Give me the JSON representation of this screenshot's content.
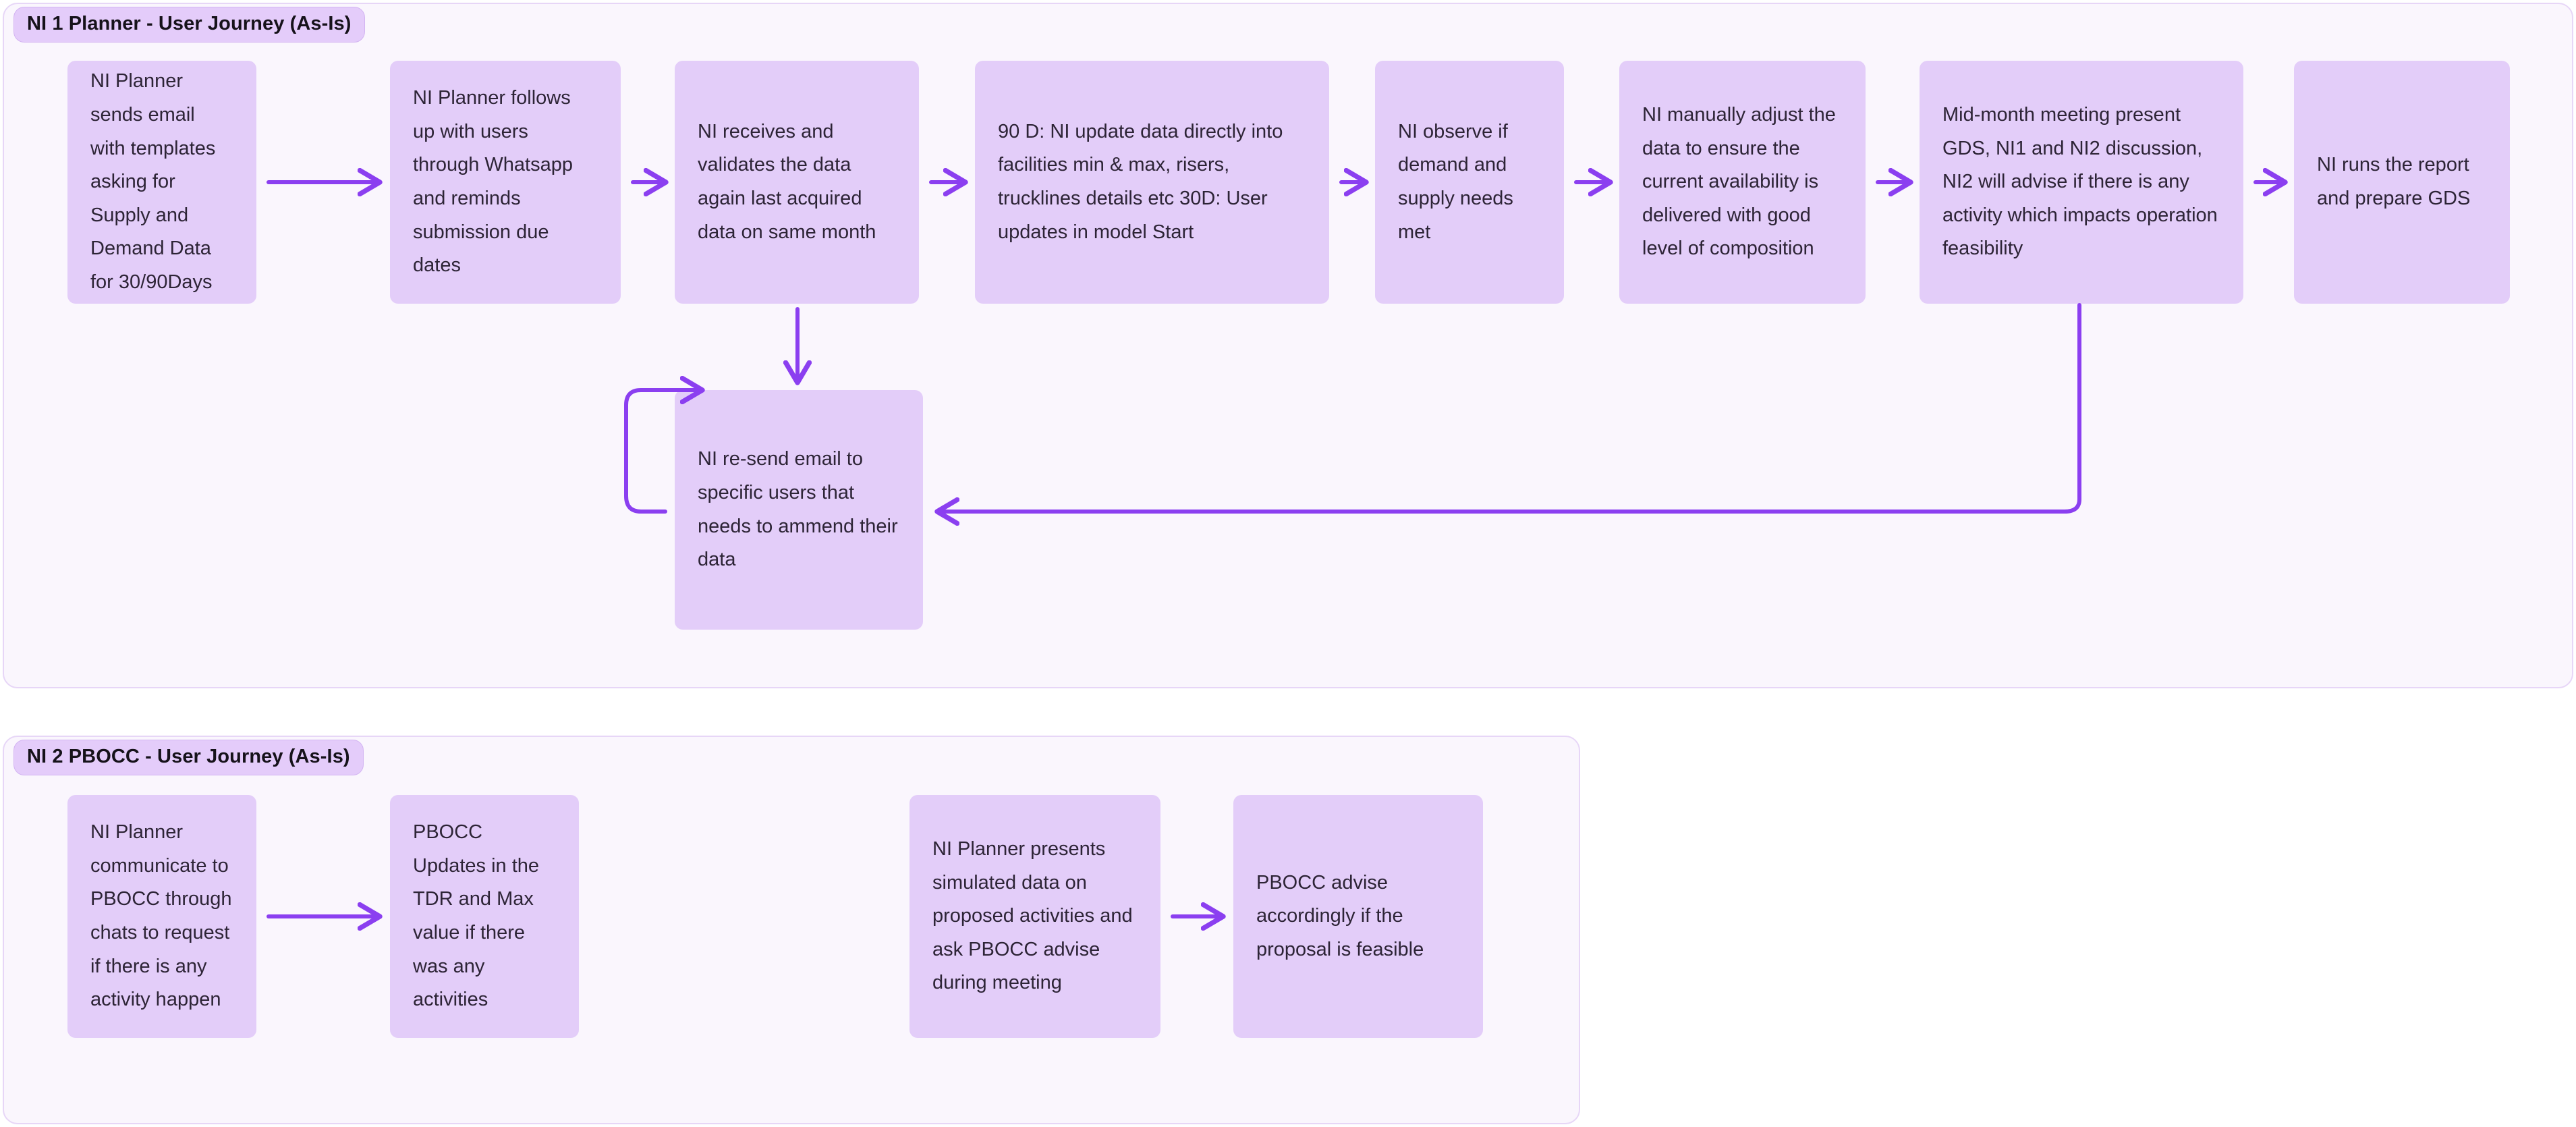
{
  "accent_color": "#8b3ff0",
  "card_fill": "#e3cdf9",
  "section_fill": "#faf6fd",
  "section_border": "#e7d6f7",
  "title_pill_fill": "#e4ccfa",
  "text_color": "#2d2436",
  "sections": [
    {
      "id": "section-1",
      "title": "NI 1 Planner - User Journey (As-Is)",
      "cards": [
        {
          "id": "s1-c1",
          "text": "NI Planner sends email with templates asking for Supply and Demand Data for 30/90Days"
        },
        {
          "id": "s1-c2",
          "text": "NI Planner follows up with users through Whatsapp and reminds submission due dates"
        },
        {
          "id": "s1-c3",
          "text": "NI receives and validates the data again last acquired data on same month"
        },
        {
          "id": "s1-c4",
          "text": "90 D: NI update data directly into facilities min & max, risers, trucklines details etc 30D: User updates in model Start"
        },
        {
          "id": "s1-c5",
          "text": "NI observe if demand and supply needs met"
        },
        {
          "id": "s1-c6",
          "text": "NI manually adjust the data to ensure the current availability is delivered with good level of composition"
        },
        {
          "id": "s1-c7",
          "text": "Mid-month meeting present GDS, NI1 and NI2 discussion, NI2 will advise if there is any activity which impacts operation feasibility"
        },
        {
          "id": "s1-c8",
          "text": "NI runs the report and prepare GDS"
        },
        {
          "id": "s1-c9",
          "text": "NI re-send email to specific users that needs to ammend their data"
        }
      ]
    },
    {
      "id": "section-2",
      "title": "NI 2 PBOCC - User Journey (As-Is)",
      "cards": [
        {
          "id": "s2-c1",
          "text": "NI Planner communicate to PBOCC through chats to request if there is any activity happen"
        },
        {
          "id": "s2-c2",
          "text": "PBOCC Updates in the TDR and Max value if there was any activities"
        },
        {
          "id": "s2-c3",
          "text": "NI Planner presents simulated data on proposed activities and ask PBOCC advise during meeting"
        },
        {
          "id": "s2-c4",
          "text": "PBOCC advise accordingly if the proposal is feasible"
        }
      ]
    }
  ],
  "connectors": [
    {
      "id": "arrow-c1-c2",
      "kind": "right-arrow"
    },
    {
      "id": "arrow-c2-c3",
      "kind": "right-arrow"
    },
    {
      "id": "arrow-c3-c4",
      "kind": "right-arrow"
    },
    {
      "id": "arrow-c4-c5",
      "kind": "right-arrow"
    },
    {
      "id": "arrow-c5-c6",
      "kind": "right-arrow"
    },
    {
      "id": "arrow-c6-c7",
      "kind": "right-arrow"
    },
    {
      "id": "arrow-c7-c8",
      "kind": "right-arrow"
    },
    {
      "id": "arrow-c3-down-resend",
      "kind": "down-arrow"
    },
    {
      "id": "arrow-resend-loopback",
      "kind": "loop-arrow"
    },
    {
      "id": "arrow-c7-feedback-resend",
      "kind": "elbow-arrow"
    },
    {
      "id": "arrow-s2c1-s2c2",
      "kind": "right-arrow"
    },
    {
      "id": "arrow-s2c3-s2c4",
      "kind": "right-arrow"
    }
  ]
}
